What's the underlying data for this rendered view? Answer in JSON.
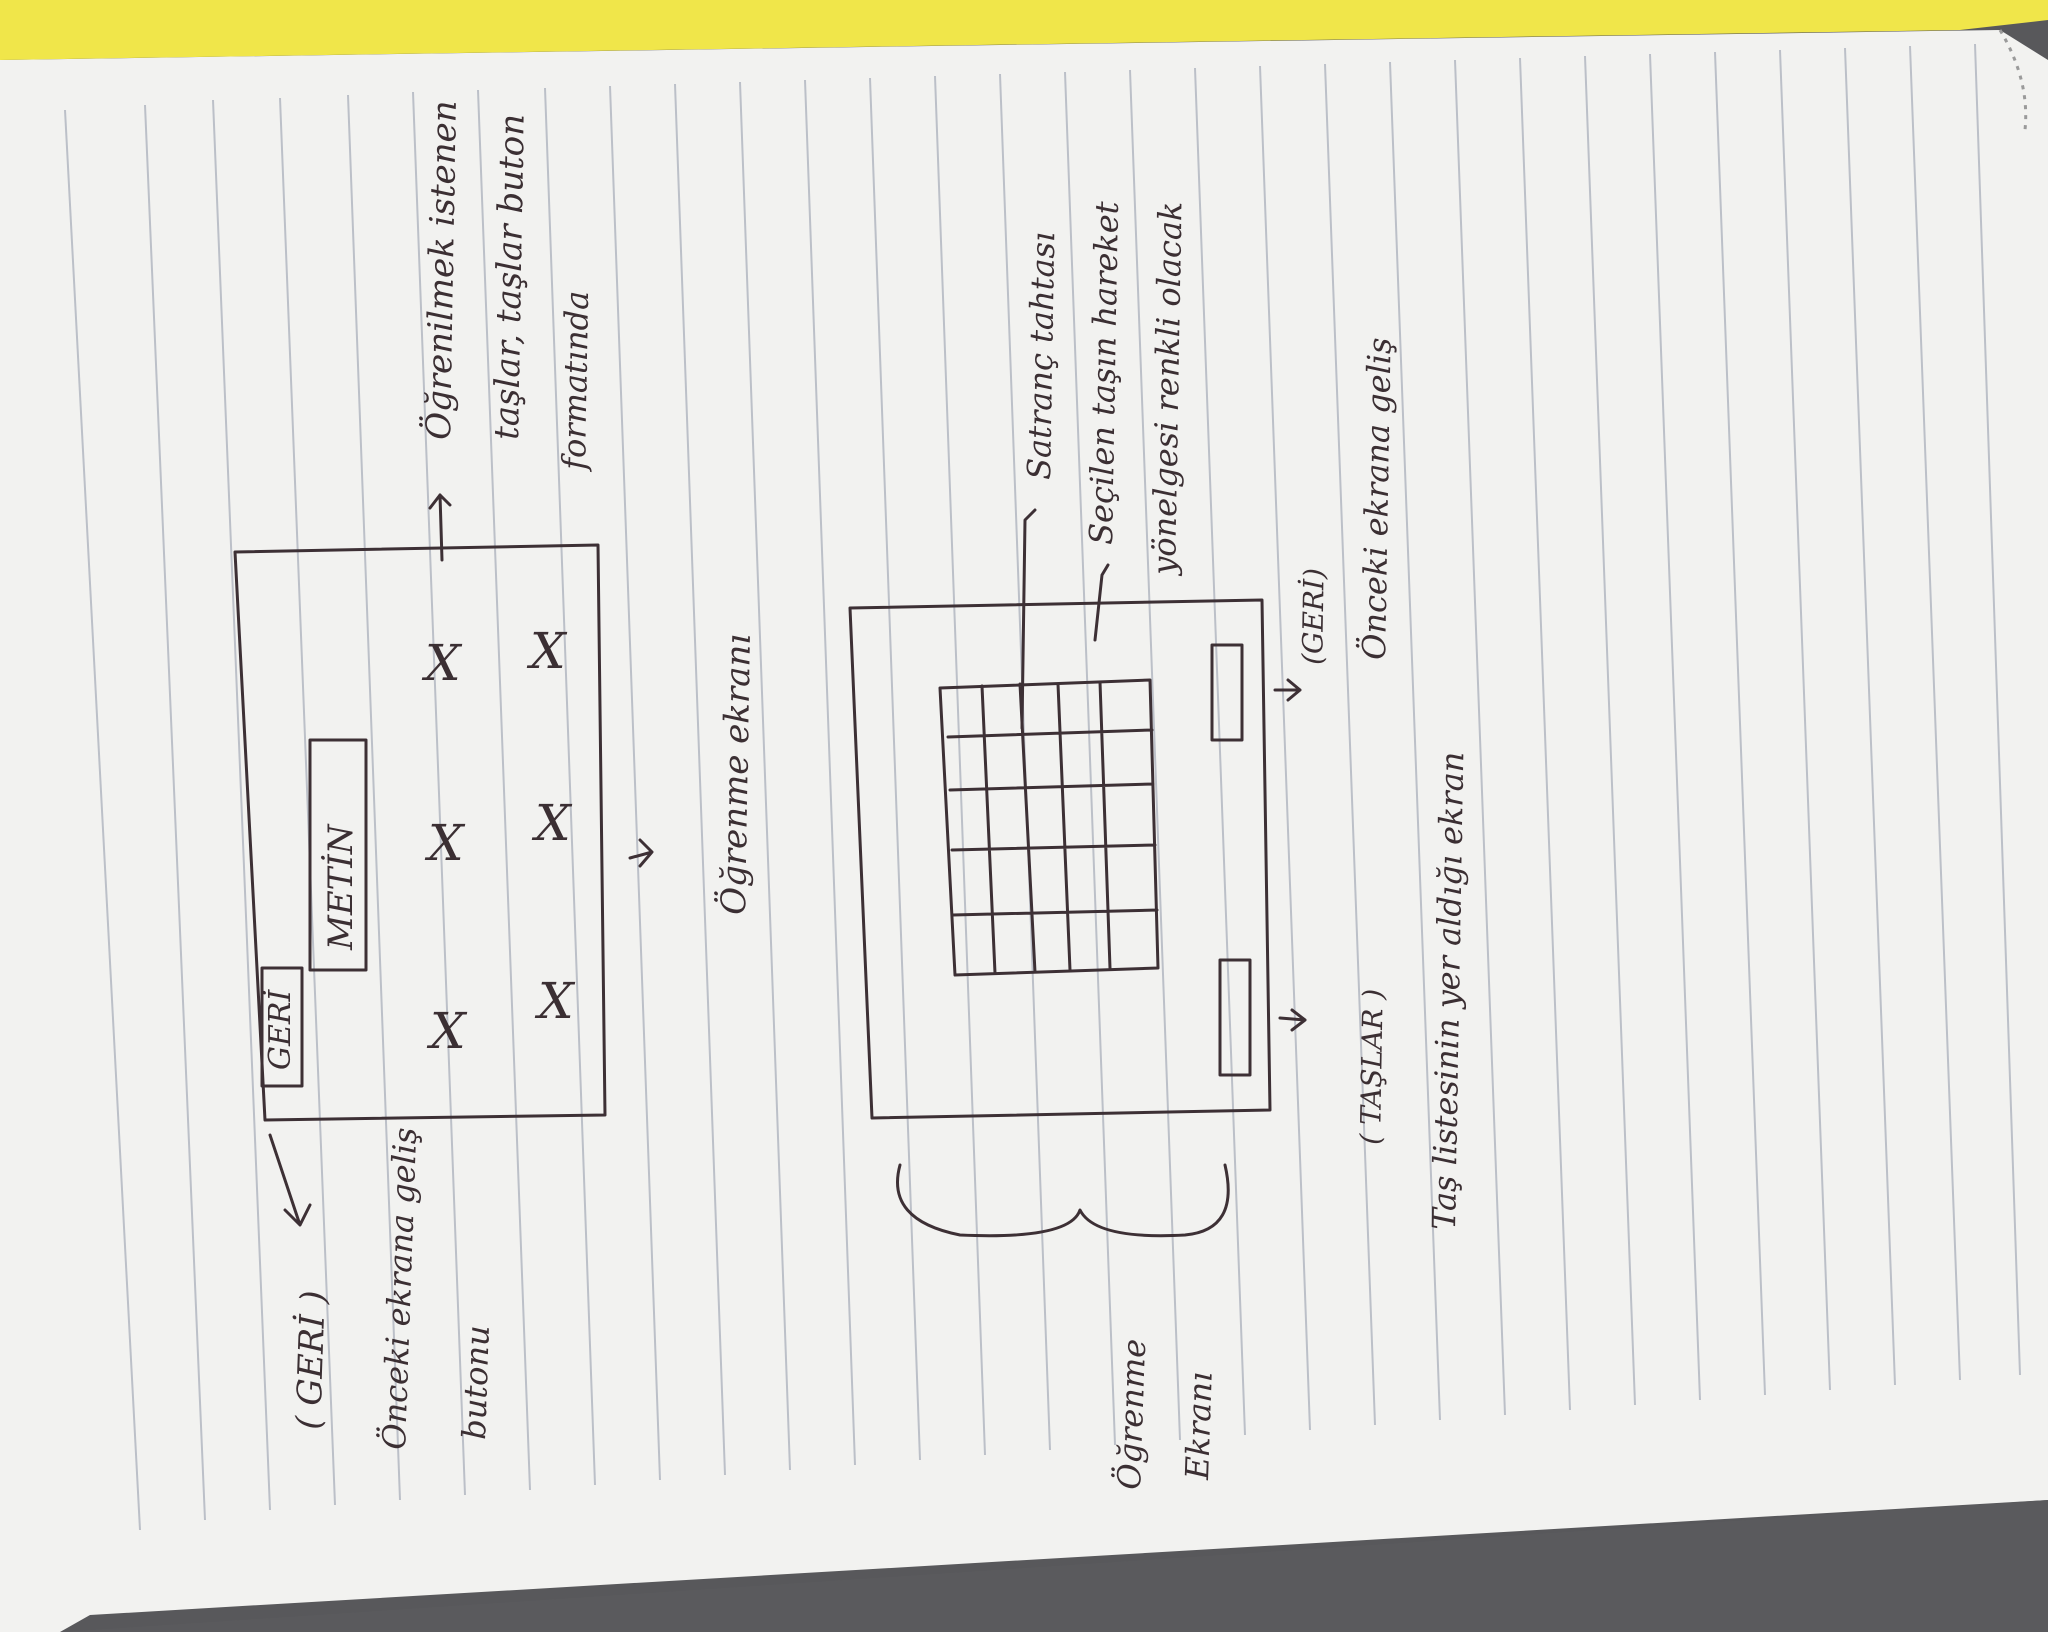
{
  "photo": {
    "subject": "",
    "rule_color": "#b9bcc4",
    "paper_color": "#f2f2f0",
    "edge_color": "#f0e64a",
    "ink_color": "#3d3035"
  },
  "sketch_1": {
    "back_button": "GERİ",
    "text_box": "METİN",
    "pieces": [
      "X",
      "X",
      "X",
      "X",
      "X",
      "X"
    ]
  },
  "sketch_2": {
    "back_button": "GERİ"
  },
  "notes": {
    "back_label": "( GERİ )",
    "back_desc_1": "Önceki ekrana geliş",
    "back_desc_2": "butonu",
    "pieces_1": "Öğrenilmek istenen",
    "pieces_2": "taşlar, taşlar buton",
    "pieces_3": "formatında",
    "screen_1_caption": "Öğrenme ekranı",
    "learning_1": "Öğrenme",
    "learning_2": "Ekranı",
    "board": "Satranç tahtası",
    "move_1": "Seçilen taşın hareket",
    "move_2": "yönelgesi renkli olacak",
    "back_2": "(GERİ)",
    "back_2_desc": "Önceki ekrana geliş",
    "taslar": "( TAŞLAR )",
    "screen_2_caption": "Taş listesinin yer aldığı ekran"
  }
}
